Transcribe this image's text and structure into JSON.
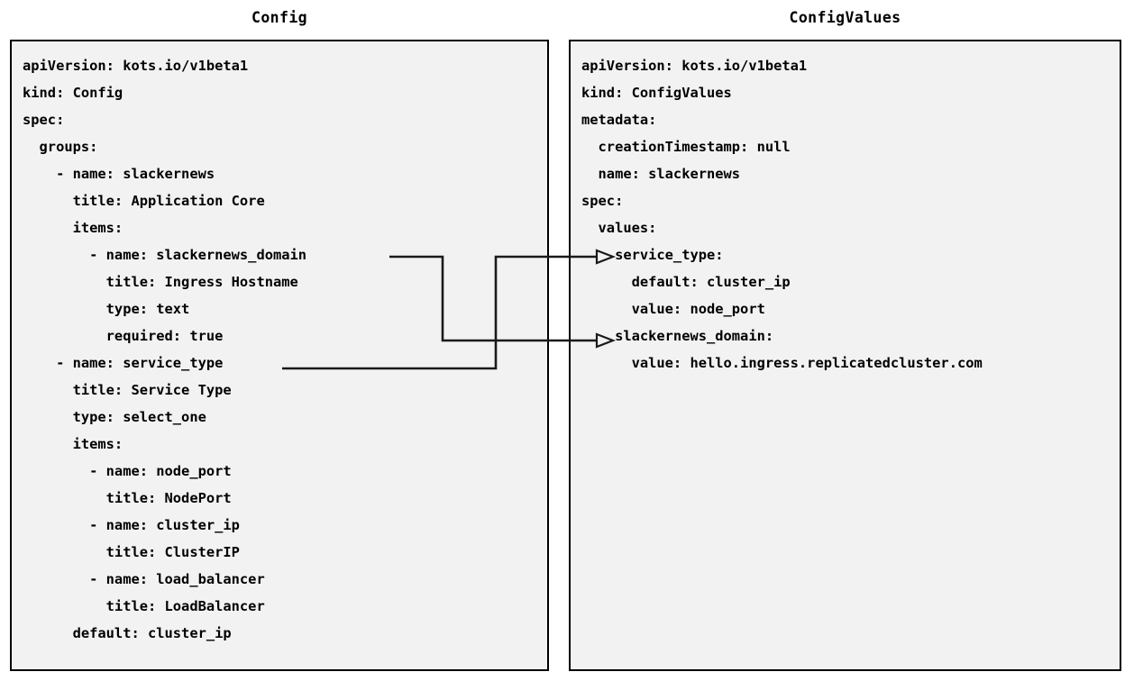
{
  "diagram": {
    "title_left": "Config",
    "title_right": "ConfigValues",
    "background_color": "#ffffff",
    "panel_fill": "#f2f2f2",
    "panel_border": "#000000",
    "connector_color": "#1a1a1a"
  },
  "left_panel": {
    "label": "Config",
    "yaml": "apiVersion: kots.io/v1beta1\nkind: Config\nspec:\n  groups:\n    - name: slackernews\n      title: Application Core\n      items:\n        - name: slackernews_domain\n          title: Ingress Hostname\n          type: text\n          required: true\n    - name: service_type\n      title: Service Type\n      type: select_one\n      items:\n        - name: node_port\n          title: NodePort\n        - name: cluster_ip\n          title: ClusterIP\n        - name: load_balancer\n          title: LoadBalancer\n      default: cluster_ip",
    "lines": [
      "apiVersion: kots.io/v1beta1",
      "kind: Config",
      "spec:",
      "  groups:",
      "    - name: slackernews",
      "      title: Application Core",
      "      items:",
      "        - name: slackernews_domain",
      "          title: Ingress Hostname",
      "          type: text",
      "          required: true",
      "    - name: service_type",
      "      title: Service Type",
      "      type: select_one",
      "      items:",
      "        - name: node_port",
      "          title: NodePort",
      "        - name: cluster_ip",
      "          title: ClusterIP",
      "        - name: load_balancer",
      "          title: LoadBalancer",
      "      default: cluster_ip"
    ]
  },
  "right_panel": {
    "label": "ConfigValues",
    "yaml": "apiVersion: kots.io/v1beta1\nkind: ConfigValues\nmetadata:\n  creationTimestamp: null\n  name: slackernews\nspec:\n  values:\n    service_type:\n      default: cluster_ip\n      value: node_port\n    slackernews_domain:\n      value: hello.ingress.replicatedcluster.com",
    "lines": [
      "apiVersion: kots.io/v1beta1",
      "kind: ConfigValues",
      "metadata:",
      "  creationTimestamp: null",
      "  name: slackernews",
      "spec:",
      "  values:",
      "    service_type:",
      "      default: cluster_ip",
      "      value: node_port",
      "    slackernews_domain:",
      "      value: hello.ingress.replicatedcluster.com"
    ]
  },
  "connectors": [
    {
      "name": "slackernews-domain-mapping",
      "from": "slackernews_domain",
      "to": "slackernews_domain:",
      "arrow": "open-triangle"
    },
    {
      "name": "service-type-mapping",
      "from": "service_type",
      "to": "service_type:",
      "arrow": "open-triangle"
    }
  ]
}
